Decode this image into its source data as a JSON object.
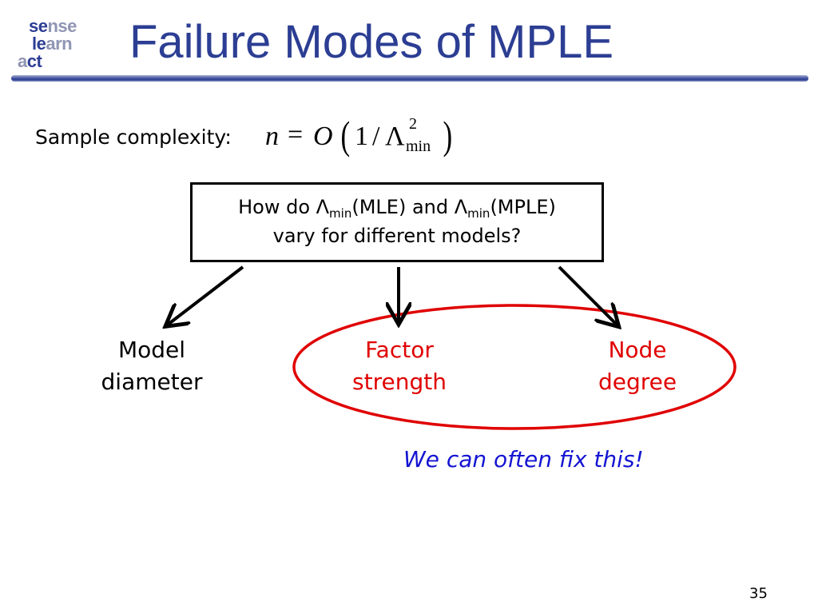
{
  "slide": {
    "logo": {
      "row1_dark": "se",
      "row1_light": "nse",
      "row2_dark": "le",
      "row2_light": "arn",
      "row3_light": "a",
      "row3_dark": "ct"
    },
    "title": "Failure Modes of MPLE",
    "sample_complexity": {
      "label": "Sample complexity:",
      "formula": {
        "n": "n",
        "equals": "=",
        "O": "O",
        "lparen": "(",
        "one": "1",
        "slash": "/",
        "lambda": "Λ",
        "sup": "2",
        "sub": "min",
        "rparen": ")"
      }
    },
    "question": {
      "part1": "How do Λ",
      "sub1": "min",
      "part2": "(MLE) and Λ",
      "sub2": "min",
      "part3": "(MPLE)",
      "line2": "vary for different models?"
    },
    "factors": {
      "model_diameter_line1": "Model",
      "model_diameter_line2": "diameter",
      "factor_strength_line1": "Factor",
      "factor_strength_line2": "strength",
      "node_degree_line1": "Node",
      "node_degree_line2": "degree"
    },
    "note": "We can often fix this!",
    "page_number": "35"
  },
  "colors": {
    "title_blue": "#2c3e93",
    "logo_light": "#8f95b4",
    "highlight_red": "#e00000",
    "note_blue": "#1414d2"
  }
}
